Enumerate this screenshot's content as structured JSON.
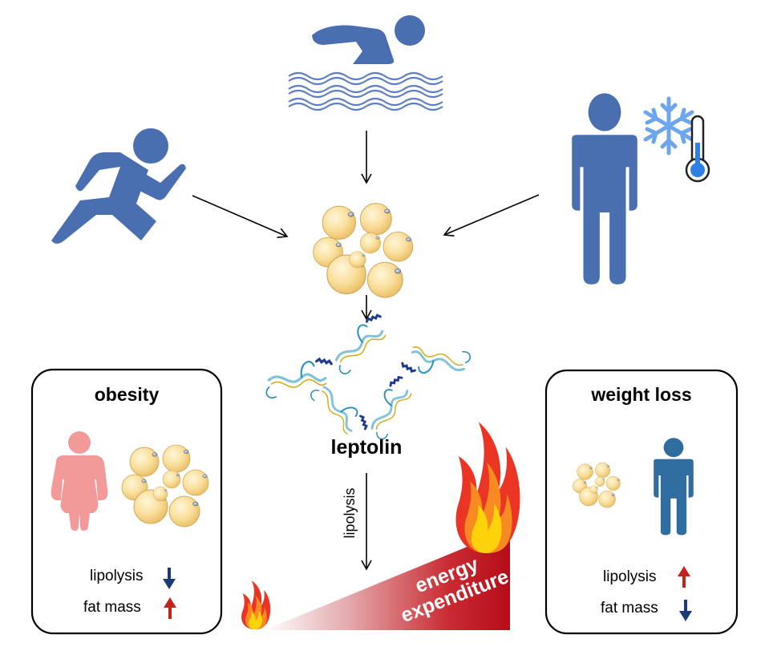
{
  "colors": {
    "figure_blue": "#4a6fb0",
    "obese_pink": "#f29a9a",
    "slim_blue": "#2f6da0",
    "fat_cell": "#f8dc96",
    "arrow_up": "#c0251c",
    "arrow_down": "#1b3a78",
    "flame_red": "#ea3524",
    "flame_orange": "#f88a22",
    "flame_yellow": "#fdd20a",
    "wedge_red": "#c0121b"
  },
  "icons": {
    "swimmer": "swimmer-icon",
    "runner": "runner-icon",
    "cold_person": "person-cold-icon",
    "snowflake": "snowflake-icon",
    "thermometer": "thermometer-icon",
    "fat_cells": "fat-cells-icon",
    "protein": "protein-structure-icon",
    "flame": "flame-icon"
  },
  "center": {
    "protein_label": "leptolin",
    "process_label": "lipolysis",
    "energy_line1": "energy",
    "energy_line2": "expenditure"
  },
  "obesity_box": {
    "title": "obesity",
    "row1_label": "lipolysis",
    "row1_trend": "down",
    "row2_label": "fat mass",
    "row2_trend": "up"
  },
  "weight_loss_box": {
    "title": "weight loss",
    "row1_label": "lipolysis",
    "row1_trend": "up",
    "row2_label": "fat mass",
    "row2_trend": "down"
  }
}
